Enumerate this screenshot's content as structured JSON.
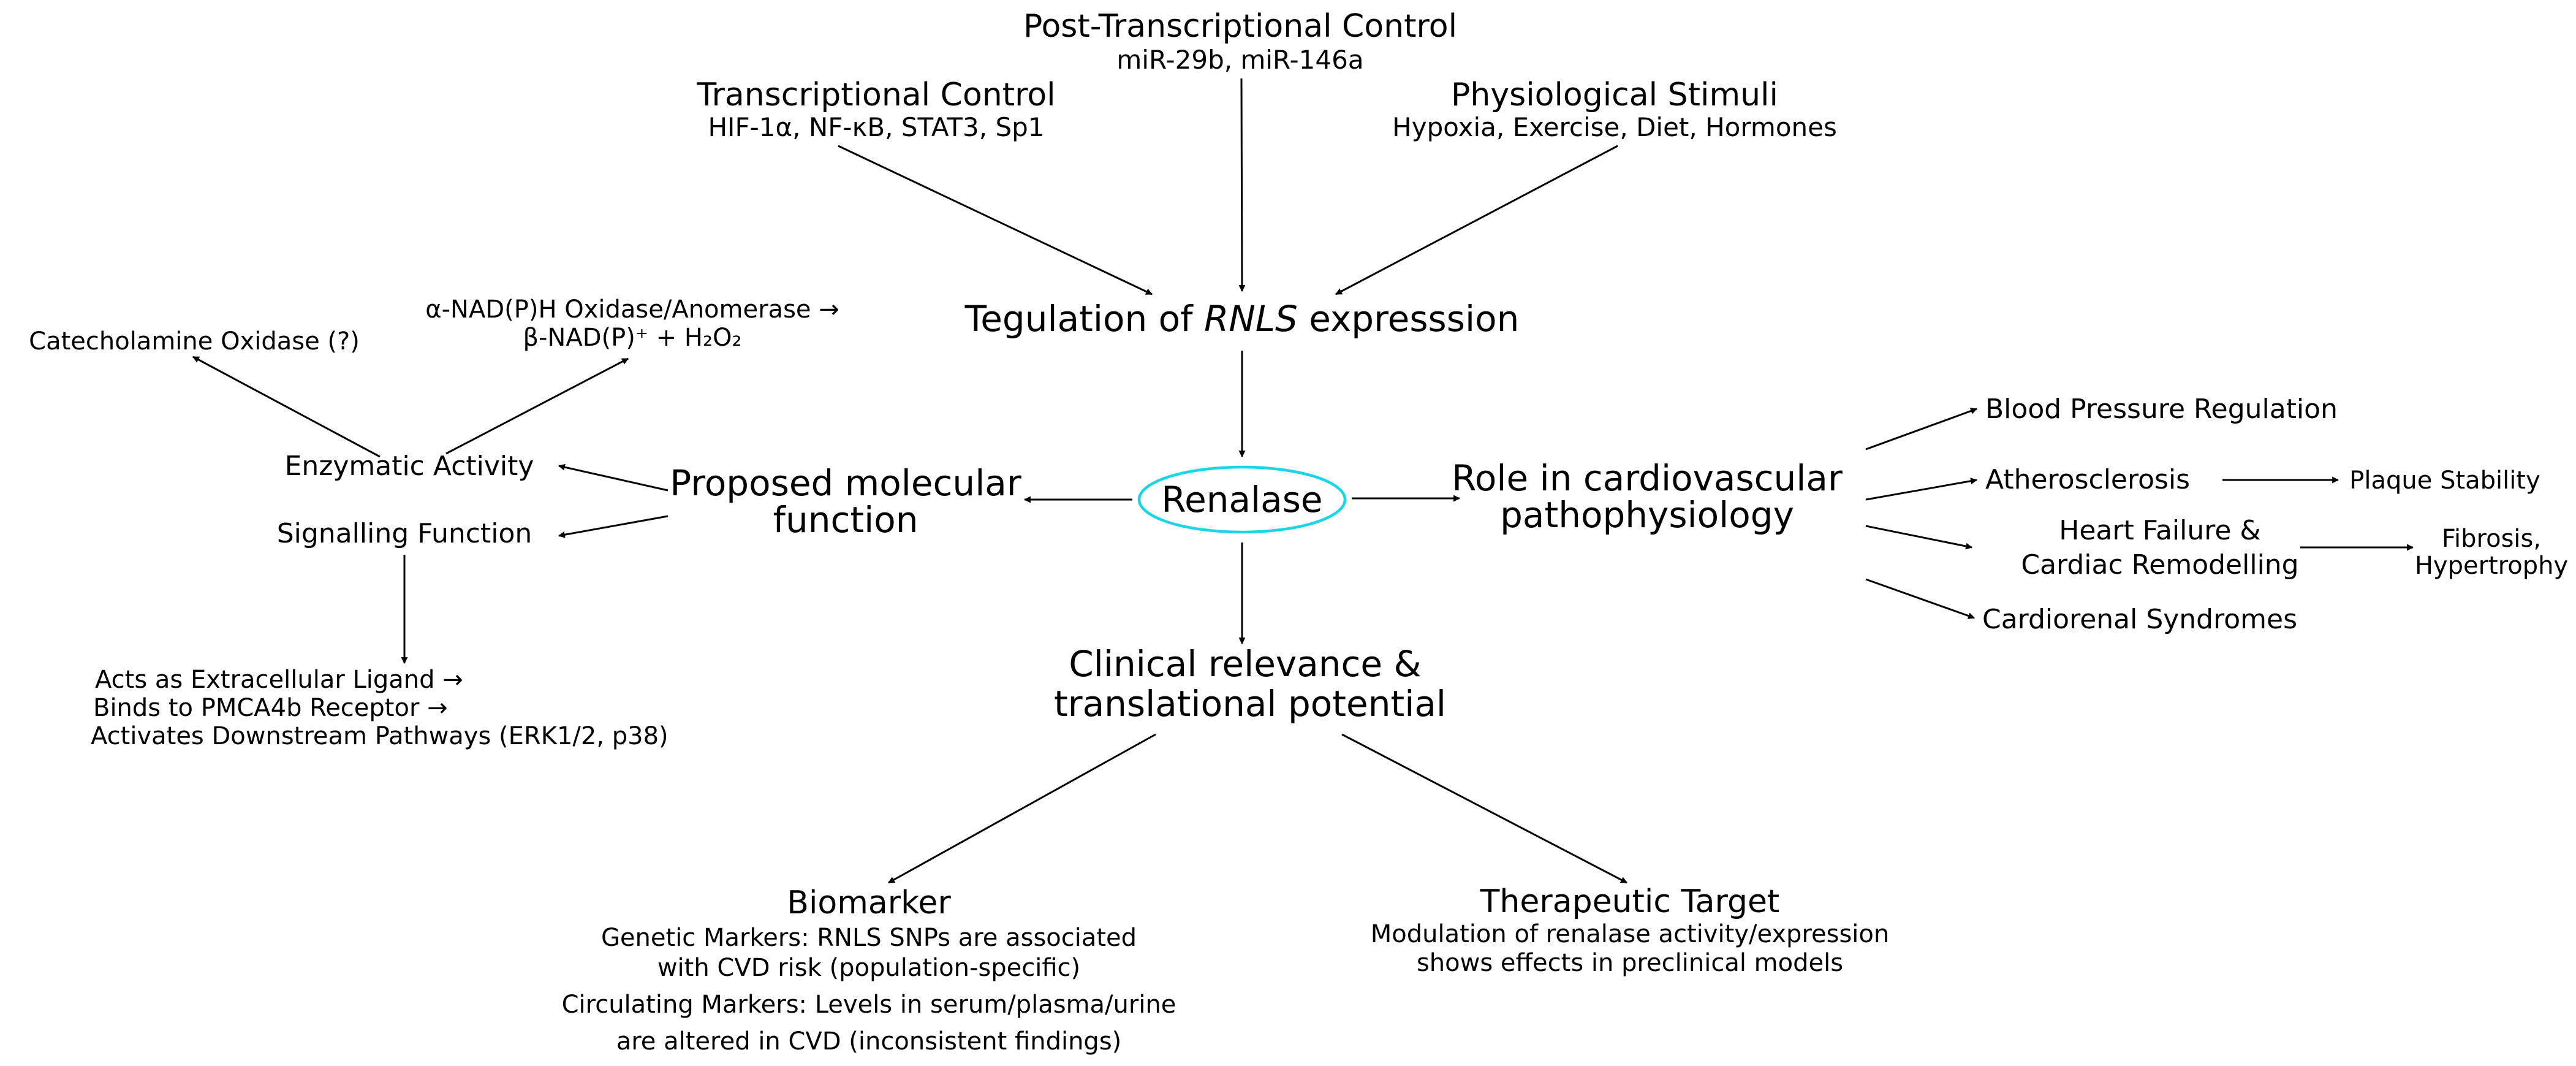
{
  "regulation": {
    "post_transcriptional": {
      "title": "Post-Transcriptional Control",
      "detail": "miR-29b, miR-146a"
    },
    "transcriptional": {
      "title": "Transcriptional Control",
      "detail": "HIF-1α, NF-κB, STAT3, Sp1"
    },
    "physiological": {
      "title": "Physiological Stimuli",
      "detail": "Hypoxia, Exercise, Diet, Hormones"
    },
    "expression_prefix": "Tegulation of ",
    "expression_gene": "RNLS",
    "expression_suffix": " expresssion"
  },
  "center": {
    "label": "Renalase",
    "outline_color": "#17d6e6"
  },
  "molecular": {
    "title_line1": "Proposed molecular",
    "title_line2": "function",
    "enzymatic": "Enzymatic Activity",
    "signalling": "Signalling Function",
    "catecholamine": "Catecholamine Oxidase (?)",
    "nadph_line1": "α-NAD(P)H Oxidase/Anomerase →",
    "nadph_line2": "β-NAD(P)⁺ + H₂O₂",
    "ligand_lines": [
      "Acts as Extracellular Ligand →",
      "Binds to PMCA4b Receptor →",
      "Activates Downstream Pathways (ERK1/2, p38)"
    ]
  },
  "cardio": {
    "title_line1": "Role in cardiovascular",
    "title_line2": "pathophysiology",
    "blood_pressure": "Blood Pressure Regulation",
    "atherosclerosis": "Atherosclerosis",
    "plaque": "Plaque Stability",
    "heart_failure_line1": "Heart Failure &",
    "heart_failure_line2": "Cardiac Remodelling",
    "fibrosis_line1": "Fibrosis,",
    "fibrosis_line2": "Hypertrophy",
    "cardiorenal": "Cardiorenal Syndromes"
  },
  "clinical": {
    "title_line1": "Clinical relevance &",
    "title_line2": "translational potential",
    "biomarker": {
      "title": "Biomarker",
      "lines": [
        "Genetic Markers: RNLS SNPs are associated",
        "with CVD risk (population-specific)",
        "Circulating Markers: Levels in serum/plasma/urine",
        "are altered in CVD (inconsistent findings)"
      ]
    },
    "therapeutic": {
      "title": "Therapeutic Target",
      "lines": [
        "Modulation of renalase activity/expression",
        "shows effects in preclinical models"
      ]
    }
  }
}
